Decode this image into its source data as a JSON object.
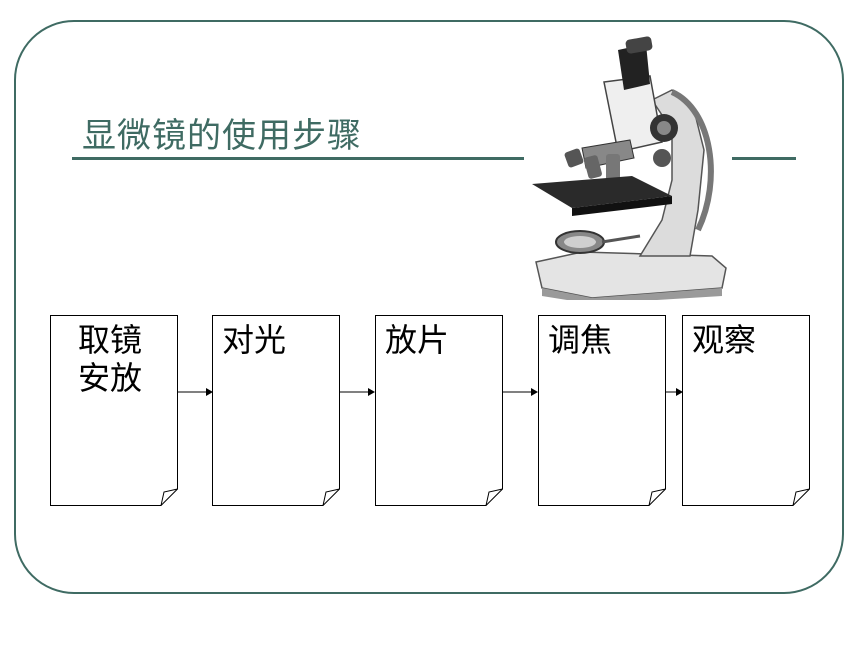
{
  "title": "显微镜的使用步骤",
  "steps": [
    {
      "label": "取镜安放"
    },
    {
      "label": "对光"
    },
    {
      "label": "放片"
    },
    {
      "label": "调焦"
    },
    {
      "label": "观察"
    }
  ],
  "colors": {
    "accent": "#3f6b63",
    "stroke": "#000000"
  },
  "icons": {
    "illustration": "microscope-icon"
  }
}
